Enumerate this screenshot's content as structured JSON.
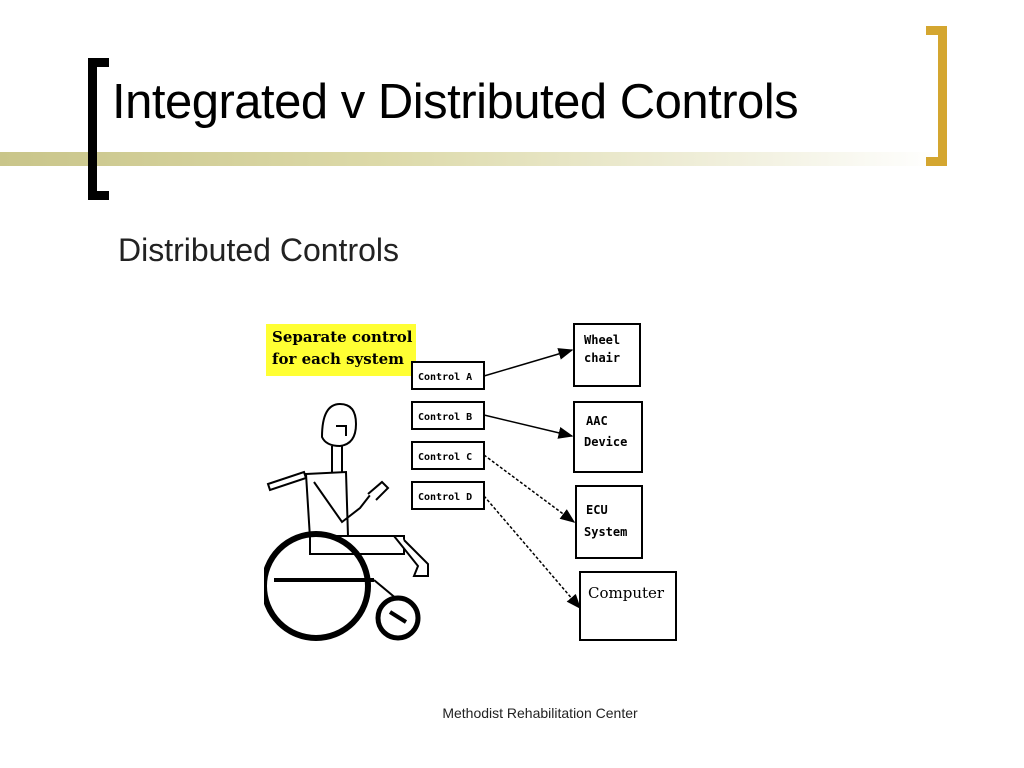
{
  "slide": {
    "title": "Integrated v Distributed Controls",
    "subheading": "Distributed Controls",
    "footer": "Methodist Rehabilitation Center"
  },
  "diagram": {
    "callout_lines": [
      "Separate control",
      "for each system"
    ],
    "controls": [
      "Control A",
      "Control B",
      "Control C",
      "Control D"
    ],
    "devices": [
      {
        "lines": [
          "Wheel",
          "chair"
        ]
      },
      {
        "lines": [
          "AAC",
          "Device"
        ]
      },
      {
        "lines": [
          "ECU",
          "System"
        ]
      },
      {
        "lines": [
          "Computer"
        ]
      }
    ]
  },
  "colors": {
    "title_rule": "#c9c58a",
    "bracket_left": "#000000",
    "bracket_right": "#d4a630",
    "callout_highlight": "#ffff33"
  }
}
